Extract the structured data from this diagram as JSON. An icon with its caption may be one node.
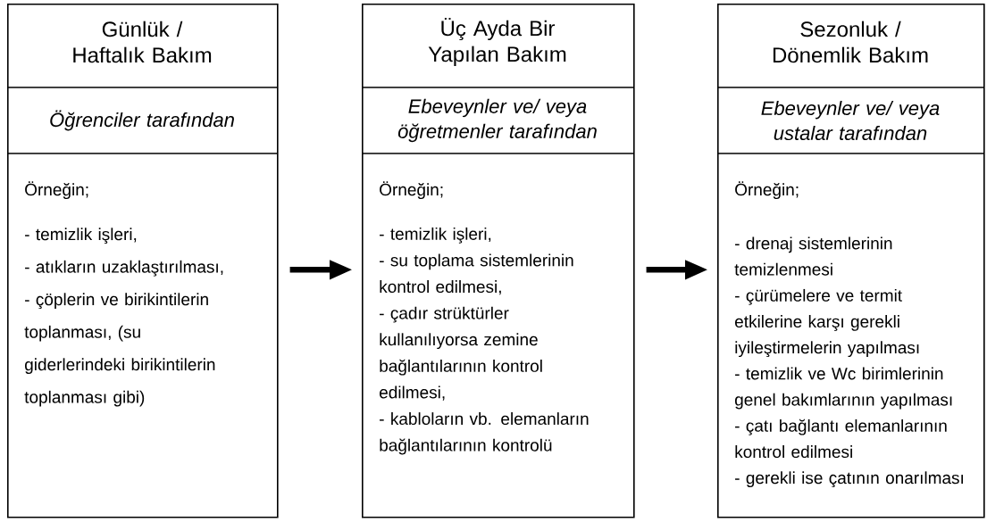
{
  "diagram": {
    "nodes": [
      {
        "text": [
          "Günlük / Haftalık Bakım",
          "Öğrenciler tarafından",
          "Örneğin;",
          "- temizlik işleri,",
          "- atıkların uzaklaştırılması,",
          "- çöplerin ve birikintilerin toplanması, (su giderlerindeki birikintilerin toplanması gibi)"
        ]
      },
      {
        "text": [
          "Üç Ayda Bir Yapılan Bakım",
          "Ebeveynler ve/ veya öğretmenler tarafından",
          "Örneğin;",
          "- temizlik işleri,",
          "- su toplama sistemlerinin kontrol edilmesi,",
          "- çadır strüktürler kullanılıyorsa zemine bağlantılarının kontrol edilmesi,",
          "- kabloların vb. elemanların bağlantılarının kontrolü"
        ]
      },
      {
        "text": [
          "Sezonluk / Dönemlik Bakım",
          "Ebeveynler ve/ veya ustalar tarafından",
          "Örneğin;",
          "- drenaj sistemlerinin temizlenmesi",
          "- çürümelere ve termit etkilerine karşı gerekli iyileştirmelerin yapılması",
          "- temizlik ve Wc birimlerinin genel bakımlarının yapılması",
          "- çatı bağlantı elemanlarının kontrol edilmesi",
          "- gerekli ise çatının onarılması"
        ]
      }
    ],
    "edges": [
      {
        "from": 0,
        "to": 1,
        "arrow": "to"
      },
      {
        "from": 1,
        "to": 2,
        "arrow": "to"
      }
    ]
  }
}
